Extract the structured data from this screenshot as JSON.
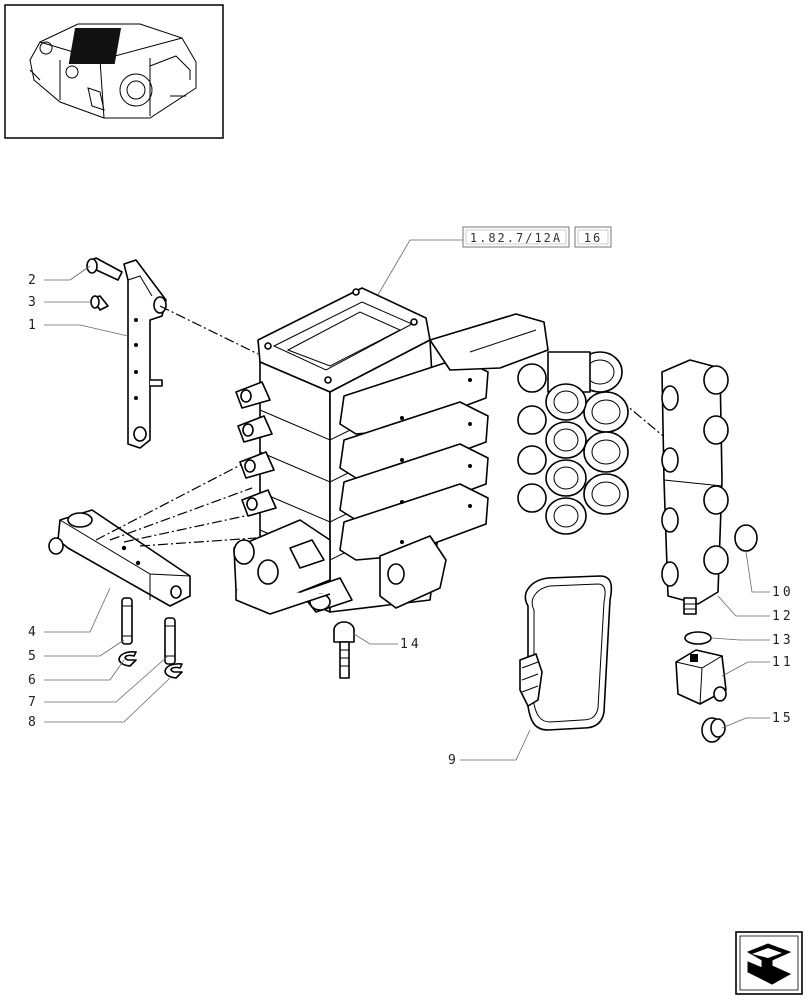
{
  "ref_boxes": [
    {
      "text": "1.82.7/12A"
    },
    {
      "text": "16"
    }
  ],
  "callouts": [
    {
      "id": "1",
      "text": "1"
    },
    {
      "id": "2",
      "text": "2"
    },
    {
      "id": "3",
      "text": "3"
    },
    {
      "id": "4",
      "text": "4"
    },
    {
      "id": "5",
      "text": "5"
    },
    {
      "id": "6",
      "text": "6"
    },
    {
      "id": "7",
      "text": "7"
    },
    {
      "id": "8",
      "text": "8"
    },
    {
      "id": "9",
      "text": "9"
    },
    {
      "id": "10",
      "text": "10"
    },
    {
      "id": "11",
      "text": "11"
    },
    {
      "id": "12",
      "text": "12"
    },
    {
      "id": "13",
      "text": "13"
    },
    {
      "id": "14",
      "text": "14"
    },
    {
      "id": "15",
      "text": "15"
    }
  ]
}
